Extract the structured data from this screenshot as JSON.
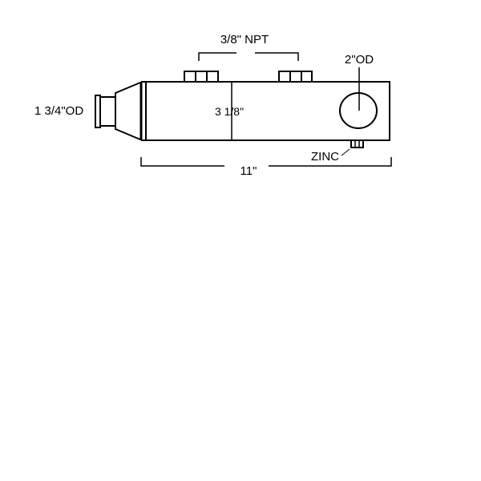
{
  "labels": {
    "npt": "3/8\" NPT",
    "outlet_od": "2\"OD",
    "inlet_od": "1 3/4\"OD",
    "diameter": "3 1/8\"",
    "zinc": "ZINC",
    "length": "11\""
  },
  "colors": {
    "line": "#000000",
    "background": "#ffffff"
  }
}
